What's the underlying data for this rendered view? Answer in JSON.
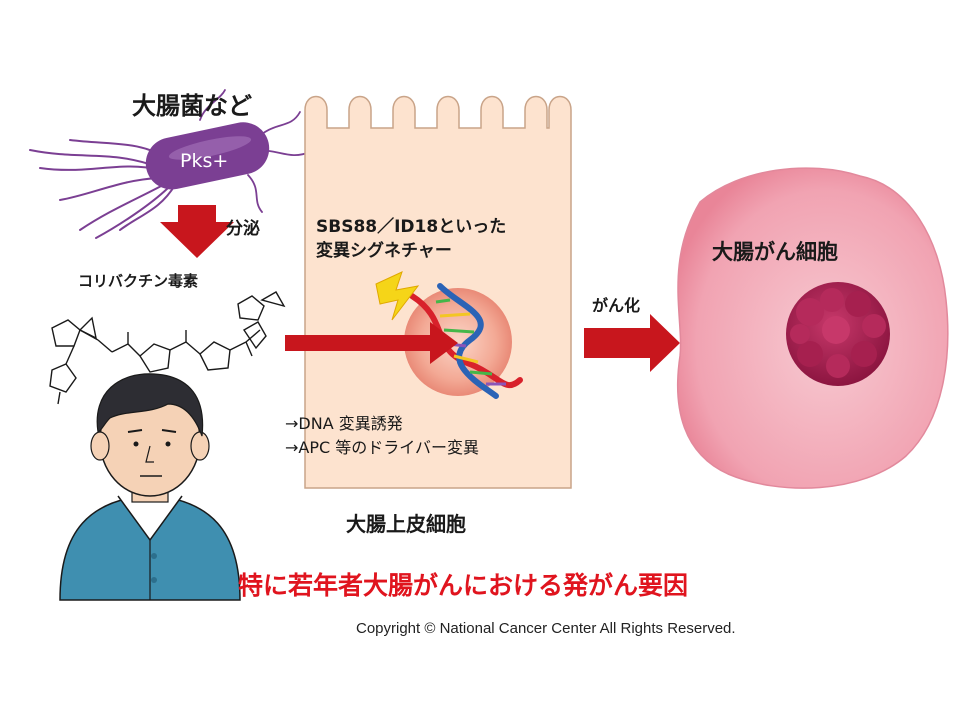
{
  "bacteria": {
    "title": "大腸菌など",
    "strain_label": "Pks+",
    "secretion_label": "分泌"
  },
  "toxin": {
    "label": "コリバクチン毒素"
  },
  "epithelial_cell": {
    "signature_line1": "SBS88／ID18といった",
    "signature_line2": "変異シグネチャー",
    "effect_1": "→DNA 変異誘発",
    "effect_2": "→APC 等のドライバー変異",
    "label": "大腸上皮細胞"
  },
  "transformation": {
    "label": "がん化"
  },
  "cancer_cell": {
    "label": "大腸がん細胞"
  },
  "headline": "特に若年者大腸がんにおける発がん要因",
  "copyright": "Copyright © National Cancer Center All Rights Reserved.",
  "colors": {
    "arrow_red": "#c8161d",
    "headline_red": "#e0141e",
    "bacterium_purple": "#7b3f93",
    "cell_fill": "#fde3cf",
    "cancer_fill": "#f4b6c0",
    "tumor_fill": "#a21d4b",
    "shirt_blue": "#3f8fb0"
  }
}
